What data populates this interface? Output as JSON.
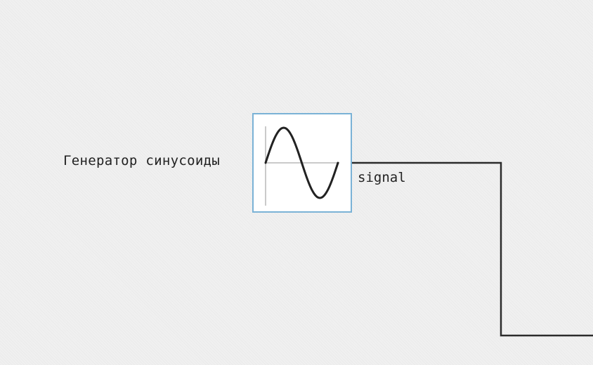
{
  "diagram": {
    "blocks": [
      {
        "id": "sine-generator",
        "label": "Генератор синусоиды",
        "icon": "sine-wave-icon",
        "border_color": "#7ab2d6",
        "output_port": "signal"
      }
    ],
    "connections": [
      {
        "from": "sine-generator.signal",
        "to": ""
      }
    ],
    "colors": {
      "wire": "#2b2b2b",
      "wave": "#222222",
      "axes": "#b8b8b8",
      "block_border": "#7ab2d6"
    }
  }
}
